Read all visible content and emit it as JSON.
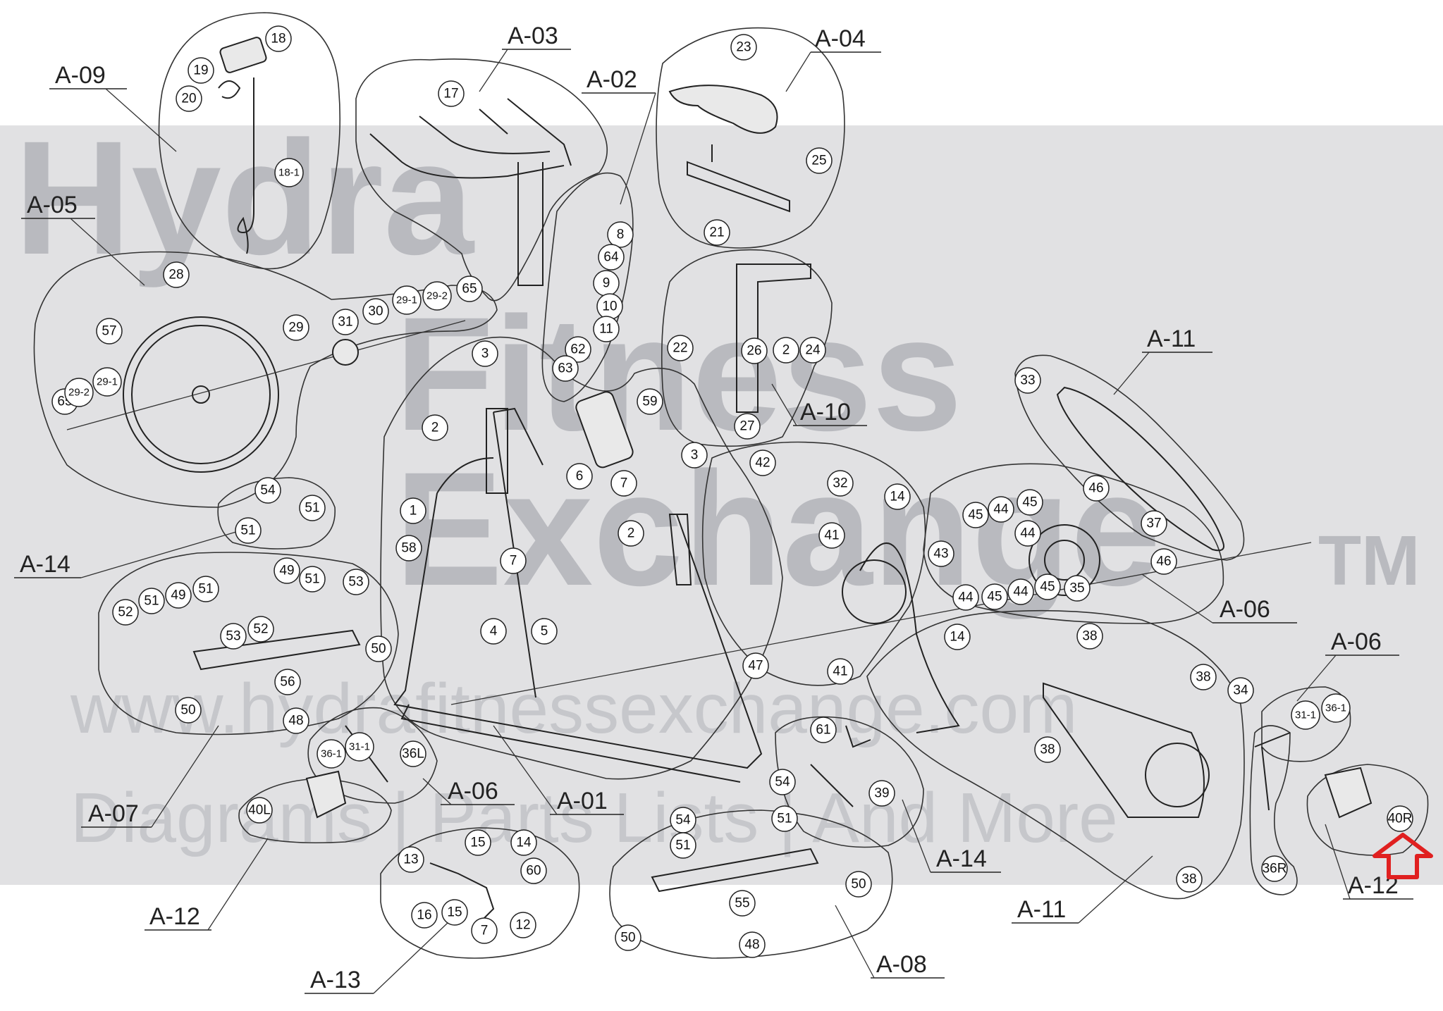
{
  "watermark": {
    "brand_line1": "Hydra",
    "brand_line2": "Fitness",
    "brand_line3": "Exchange",
    "trademark": "TM",
    "url": "www.hydrafitnessexchange.com",
    "tagline": "Diagrams | Parts Lists | And More"
  },
  "colors": {
    "accent_arrow": "#e02020",
    "watermark_band": "#c9c9cc",
    "line": "#222222"
  },
  "group_labels": [
    {
      "id": "a09",
      "text": "A-09"
    },
    {
      "id": "a03",
      "text": "A-03"
    },
    {
      "id": "a02",
      "text": "A-02"
    },
    {
      "id": "a04",
      "text": "A-04"
    },
    {
      "id": "a05",
      "text": "A-05"
    },
    {
      "id": "a11t",
      "text": "A-11"
    },
    {
      "id": "a10",
      "text": "A-10"
    },
    {
      "id": "a06r",
      "text": "A-06"
    },
    {
      "id": "a06rr",
      "text": "A-06"
    },
    {
      "id": "a14l",
      "text": "A-14"
    },
    {
      "id": "a06b",
      "text": "A-06"
    },
    {
      "id": "a01",
      "text": "A-01"
    },
    {
      "id": "a07",
      "text": "A-07"
    },
    {
      "id": "a14r",
      "text": "A-14"
    },
    {
      "id": "a12l",
      "text": "A-12"
    },
    {
      "id": "a11b",
      "text": "A-11"
    },
    {
      "id": "a12r",
      "text": "A-12"
    },
    {
      "id": "a08",
      "text": "A-08"
    },
    {
      "id": "a13",
      "text": "A-13"
    }
  ],
  "callouts": [
    "18",
    "19",
    "20",
    "18-1",
    "17",
    "23",
    "25",
    "21",
    "8",
    "64",
    "9",
    "10",
    "11",
    "62",
    "63",
    "28",
    "57",
    "29",
    "31",
    "30",
    "29-1",
    "29-2",
    "65",
    "65",
    "29-2",
    "29-1",
    "3",
    "2",
    "22",
    "26",
    "2",
    "24",
    "27",
    "59",
    "3",
    "33",
    "1",
    "6",
    "7",
    "2",
    "58",
    "7",
    "4",
    "5",
    "54",
    "51",
    "51",
    "42",
    "32",
    "14",
    "41",
    "14",
    "41",
    "47",
    "46",
    "45",
    "44",
    "45",
    "44",
    "43",
    "44",
    "45",
    "44",
    "45",
    "35",
    "46",
    "52",
    "51",
    "49",
    "51",
    "53",
    "52",
    "49",
    "51",
    "53",
    "50",
    "56",
    "50",
    "48",
    "37",
    "38",
    "38",
    "34",
    "38",
    "38",
    "31-1",
    "36-1",
    "36-1",
    "31-1",
    "36L",
    "40L",
    "61",
    "39",
    "54",
    "51",
    "54",
    "51",
    "50",
    "55",
    "48",
    "50",
    "13",
    "15",
    "14",
    "60",
    "16",
    "15",
    "7",
    "12",
    "36R",
    "40R"
  ]
}
